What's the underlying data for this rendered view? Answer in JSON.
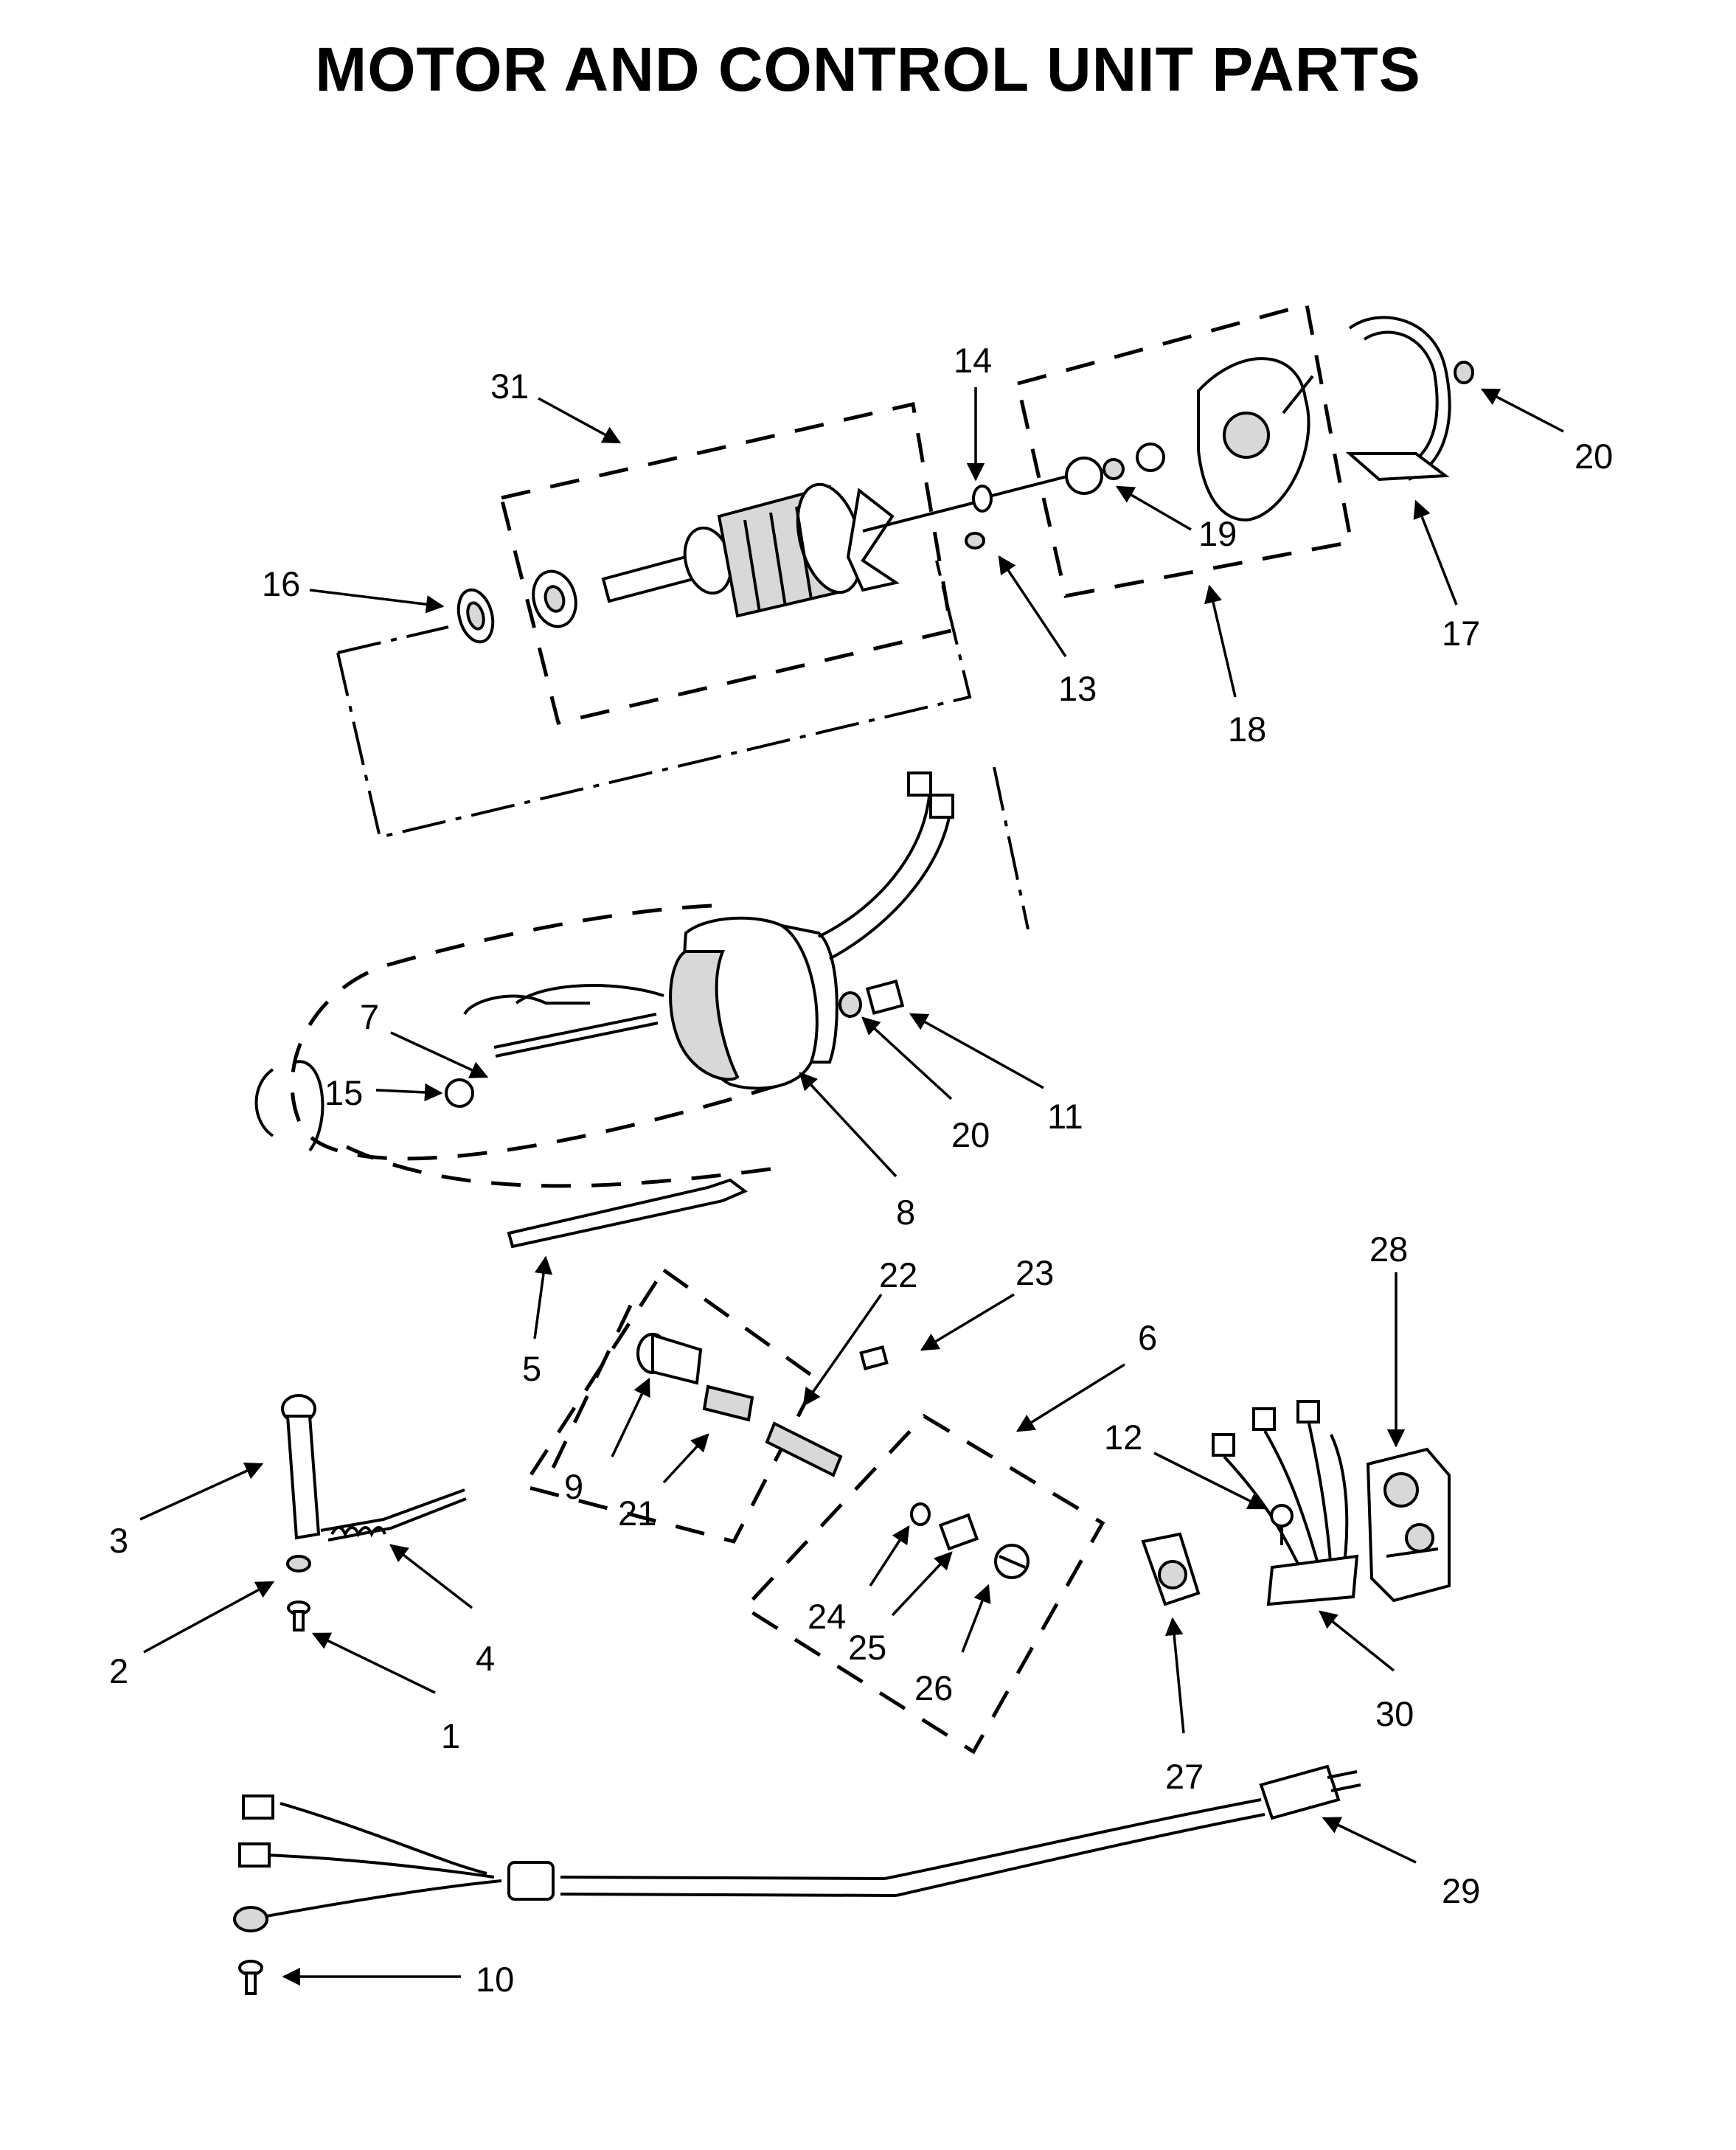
{
  "title": "MOTOR AND CONTROL UNIT PARTS",
  "labels": {
    "p1": "1",
    "p2": "2",
    "p3": "3",
    "p4": "4",
    "p5": "5",
    "p6": "6",
    "p7": "7",
    "p8": "8",
    "p9": "9",
    "p10": "10",
    "p11": "11",
    "p12": "12",
    "p13": "13",
    "p14": "14",
    "p15": "15",
    "p16": "16",
    "p17": "17",
    "p18": "18",
    "p19": "19",
    "p20a": "20",
    "p20b": "20",
    "p21": "21",
    "p22": "22",
    "p23": "23",
    "p24": "24",
    "p25": "25",
    "p26": "26",
    "p27": "27",
    "p28": "28",
    "p29": "29",
    "p30": "30",
    "p31": "31"
  }
}
